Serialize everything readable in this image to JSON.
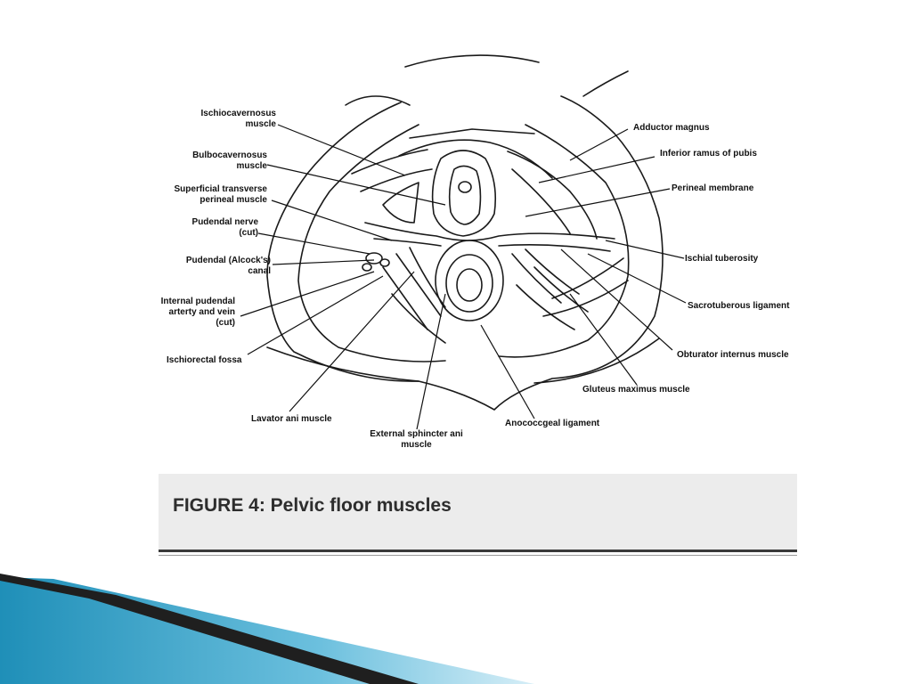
{
  "figure": {
    "caption": "FIGURE 4: Pelvic floor muscles",
    "labels": {
      "ischiocavernosus": [
        "Ischiocavernosus",
        "muscle"
      ],
      "bulbocavernosus": [
        "Bulbocavernosus",
        "muscle"
      ],
      "superficial_transverse": [
        "Superficial transverse",
        "perineal muscle"
      ],
      "pudendal_nerve": [
        "Pudendal nerve",
        "(cut)"
      ],
      "pudendal_canal": [
        "Pudendal (Alcock's)",
        "canal"
      ],
      "internal_pudendal": [
        "Internal pudendal",
        "arterty and vein",
        "(cut)"
      ],
      "ischiorectal_fossa": "Ischiorectal fossa",
      "lavator_ani": "Lavator ani muscle",
      "external_sphincter": [
        "External sphincter ani",
        "muscle"
      ],
      "anococcygeal": "Anococcgeal ligament",
      "gluteus_maximus": "Gluteus maximus muscle",
      "obturator_internus": "Obturator internus muscle",
      "sacrotuberous": "Sacrotuberous ligament",
      "ischial_tuberosity": "Ischial tuberosity",
      "perineal_membrane": "Perineal membrane",
      "inferior_ramus": "Inferior ramus of pubis",
      "adductor_magnus": "Adductor magnus"
    }
  },
  "colors": {
    "ribbon_dark": "#1f1f1f",
    "ribbon_blue": "#1f8fb8",
    "ribbon_light": "#bfe2ef",
    "caption_bg": "#ececec"
  }
}
